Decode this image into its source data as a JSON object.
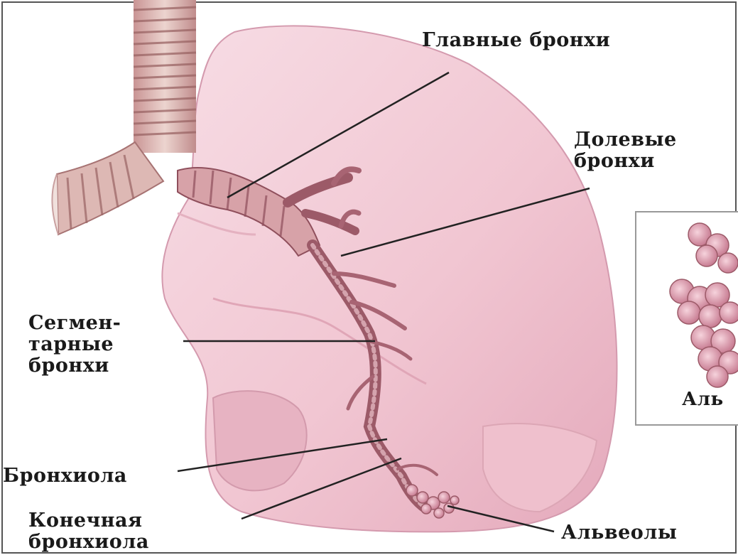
{
  "labels": {
    "main_bronchi": "Главные бронхи",
    "lobar_bronchi": [
      "Долевые",
      "бронхи"
    ],
    "segmental_bronchi": [
      "Сегмен-",
      "тарные",
      "бронхи"
    ],
    "bronchiole": "Бронхиола",
    "terminal_bronchiole": [
      "Конечная",
      "бронхиола"
    ],
    "alveoli": "Альвеолы",
    "inset_caption": "Аль"
  },
  "colors": {
    "lung": "#f3cdd8",
    "lung_shadow": "#e2aabb",
    "bronchi": "#b56a7a",
    "trachea": "#d8a8a8",
    "pointer_line": "#222222",
    "inset_border": "#999999"
  }
}
